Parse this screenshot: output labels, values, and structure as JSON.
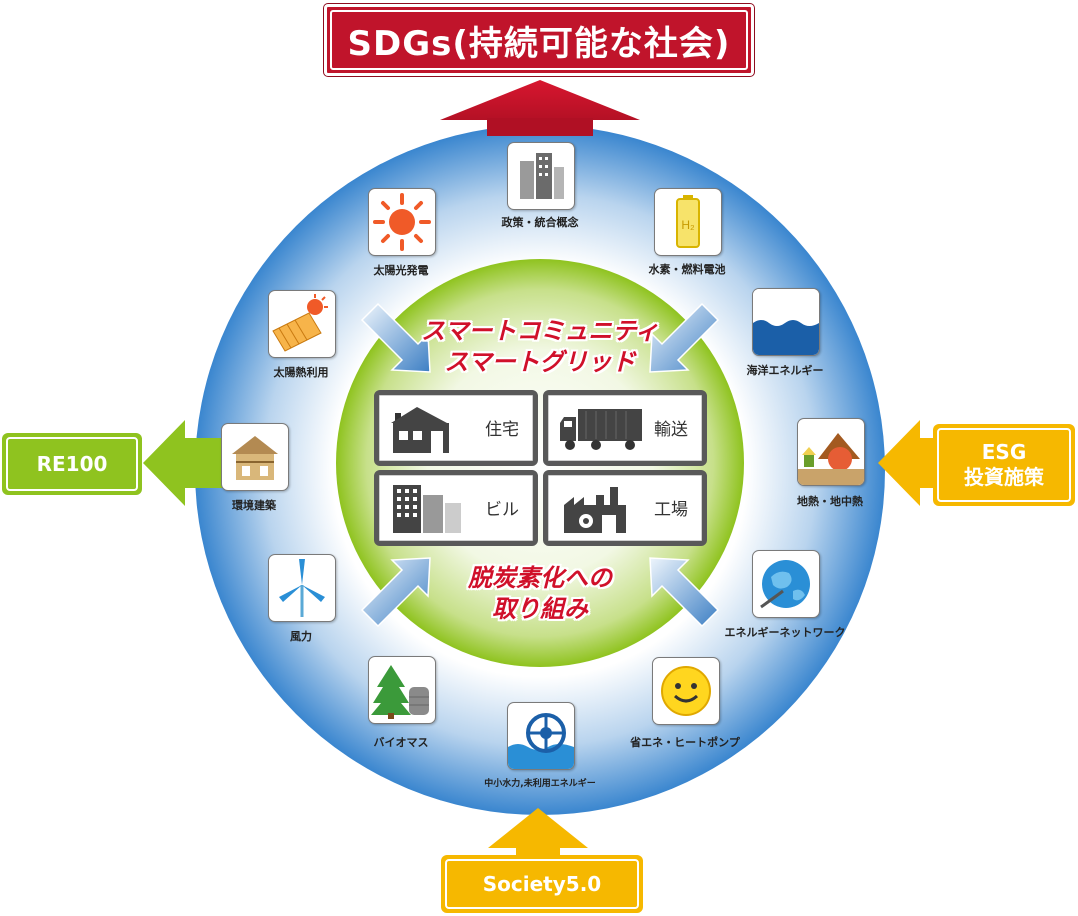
{
  "top": {
    "title": "SDGs(持続可能な社会)"
  },
  "left": {
    "label": "RE100"
  },
  "right": {
    "line1": "ESG",
    "line2": "投資施策"
  },
  "bottom": {
    "label": "Society5.0"
  },
  "colors": {
    "sdgs_red": "#c0142b",
    "green": "#8fc31f",
    "yellow": "#f6b800",
    "heading_red": "#d0102a",
    "ring_blue": "#3a86cf"
  },
  "ring_icons": [
    {
      "name": "policy-icon",
      "label": "政策・統合概念"
    },
    {
      "name": "hydrogen-icon",
      "label": "水素・燃料電池"
    },
    {
      "name": "ocean-icon",
      "label": "海洋エネルギー"
    },
    {
      "name": "geothermal-icon",
      "label": "地熱・地中熱"
    },
    {
      "name": "network-icon",
      "label": "エネルギーネットワーク"
    },
    {
      "name": "heatpump-icon",
      "label": "省エネ・ヒートポンプ"
    },
    {
      "name": "hydro-icon",
      "label": "中小水力,未利用エネルギー"
    },
    {
      "name": "biomass-icon",
      "label": "バイオマス"
    },
    {
      "name": "wind-icon",
      "label": "風力"
    },
    {
      "name": "building-env-icon",
      "label": "環境建築"
    },
    {
      "name": "solar-thermal-icon",
      "label": "太陽熱利用"
    },
    {
      "name": "solar-pv-icon",
      "label": "太陽光発電"
    }
  ],
  "center": {
    "heading_top_line1": "スマートコミュニティ",
    "heading_top_line2": "スマートグリッド",
    "heading_bottom_line1": "脱炭素化への",
    "heading_bottom_line2": "取り組み",
    "panels": [
      {
        "name": "house-icon",
        "label": "住宅"
      },
      {
        "name": "truck-icon",
        "label": "輸送"
      },
      {
        "name": "office-building-icon",
        "label": "ビル"
      },
      {
        "name": "factory-icon",
        "label": "工場"
      }
    ]
  }
}
